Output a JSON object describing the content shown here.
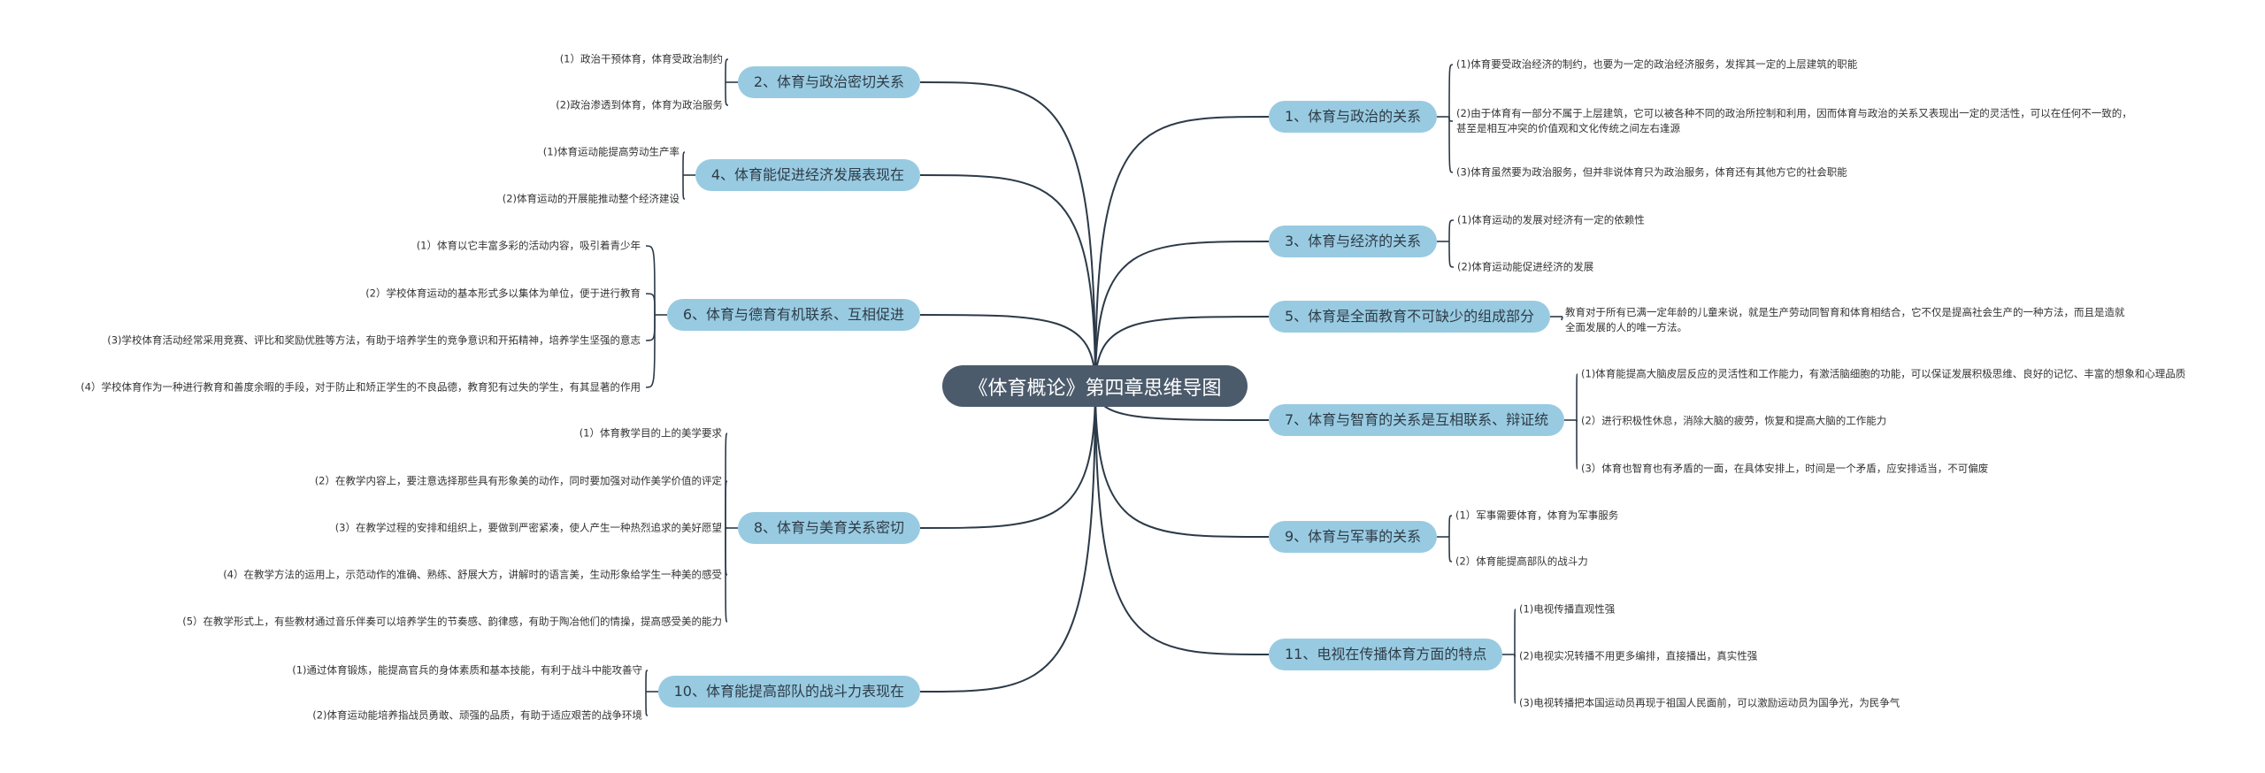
{
  "title": "《体育概论》第四章思维导图",
  "colors": {
    "root": "#4c5b6b",
    "node": "#98cbe1",
    "line": "#2c3a48"
  },
  "left_branches": [
    {
      "label": "2、体育与政治密切关系",
      "leaves": [
        "(1）政治干预体育，体育受政治制约",
        "(2)政治渗透到体育，体育为政治服务"
      ]
    },
    {
      "label": "4、体育能促进经济发展表现在",
      "leaves": [
        "(1)体育运动能提高劳动生产率",
        "(2)体育运动的开展能推动整个经济建设"
      ]
    },
    {
      "label": "6、体育与德育有机联系、互相促进",
      "leaves": [
        "(1）体育以它丰富多彩的活动内容，吸引着青少年",
        "(2）学校体育运动的基本形式多以集体为单位，便于进行教育",
        "(3)学校体育活动经常采用竞赛、评比和奖励优胜等方法，有助于培养学生的竞争意识和开拓精神，培养学生坚强的意志",
        "(4）学校体育作为一种进行教育和善度余暇的手段，对于防止和矫正学生的不良品德，教育犯有过失的学生，有其显著的作用"
      ]
    },
    {
      "label": "8、体育与美育关系密切",
      "leaves": [
        "(1）体育教学目的上的美学要求",
        "(2）在教学内容上，要注意选择那些具有形象美的动作，同时要加强对动作美学价值的评定",
        "(3）在教学过程的安排和组织上，要做到严密紧凑，使人产生一种热烈追求的美好愿望",
        "(4）在教学方法的运用上，示范动作的准确、熟练、舒展大方，讲解时的语言美，生动形象给学生一种美的感受",
        "(5）在教学形式上，有些教材通过音乐伴奏可以培养学生的节奏感、韵律感，有助于陶冶他们的情操，提高感受美的能力"
      ]
    },
    {
      "label": "10、体育能提高部队的战斗力表现在",
      "leaves": [
        "(1)通过体育锻炼，能提高官兵的身体素质和基本技能，有利于战斗中能攻善守",
        "(2)体育运动能培养指战员勇敢、顽强的品质，有助于适应艰苦的战争环境"
      ]
    }
  ],
  "right_branches": [
    {
      "label": "1、体育与政治的关系",
      "leaves": [
        "(1)体育要受政治经济的制约，也要为一定的政治经济服务，发挥其一定的上层建筑的职能",
        "(2)由于体育有一部分不属于上层建筑，它可以被各种不同的政治所控制和利用，因而体育与政治的关系又表现出一定的灵活性，可以在任何不一致的，甚至是相互冲突的价值观和文化传统之间左右逢源",
        "(3)体育虽然要为政治服务，但并非说体育只为政治服务，体育还有其他方它的社会职能"
      ]
    },
    {
      "label": "3、体育与经济的关系",
      "leaves": [
        "(1)体育运动的发展对经济有一定的依赖性",
        "(2)体育运动能促进经济的发展"
      ]
    },
    {
      "label": "5、体育是全面教育不可缺少的组成部分",
      "leaves": [
        "教育对于所有已满一定年龄的儿童来说，就是生产劳动同智育和体育相结合，它不仅是提高社会生产的一种方法，而且是造就全面发展的人的唯一方法。"
      ]
    },
    {
      "label": "7、体育与智育的关系是互相联系、辩证统",
      "leaves": [
        "(1)体育能提高大脑皮层反应的灵活性和工作能力，有激活脑细胞的功能，可以保证发展积极思维、良好的记忆、丰富的想象和心理品质",
        "(2）进行积极性休息，消除大脑的疲劳，恢复和提高大脑的工作能力",
        "(3）体育也智育也有矛盾的一面，在具体安排上，时间是一个矛盾，应安排适当，不可偏废"
      ]
    },
    {
      "label": "9、体育与军事的关系",
      "leaves": [
        "(1）军事需要体育，体育为军事服务",
        "(2）体育能提高部队的战斗力"
      ]
    },
    {
      "label": "11、电视在传播体育方面的特点",
      "leaves": [
        "(1)电视传播直观性强",
        "(2)电视实况转播不用更多编排，直接播出，真实性强",
        "(3)电视转播把本国运动员再现于祖国人民面前，可以激励运动员为国争光，为民争气"
      ]
    }
  ]
}
